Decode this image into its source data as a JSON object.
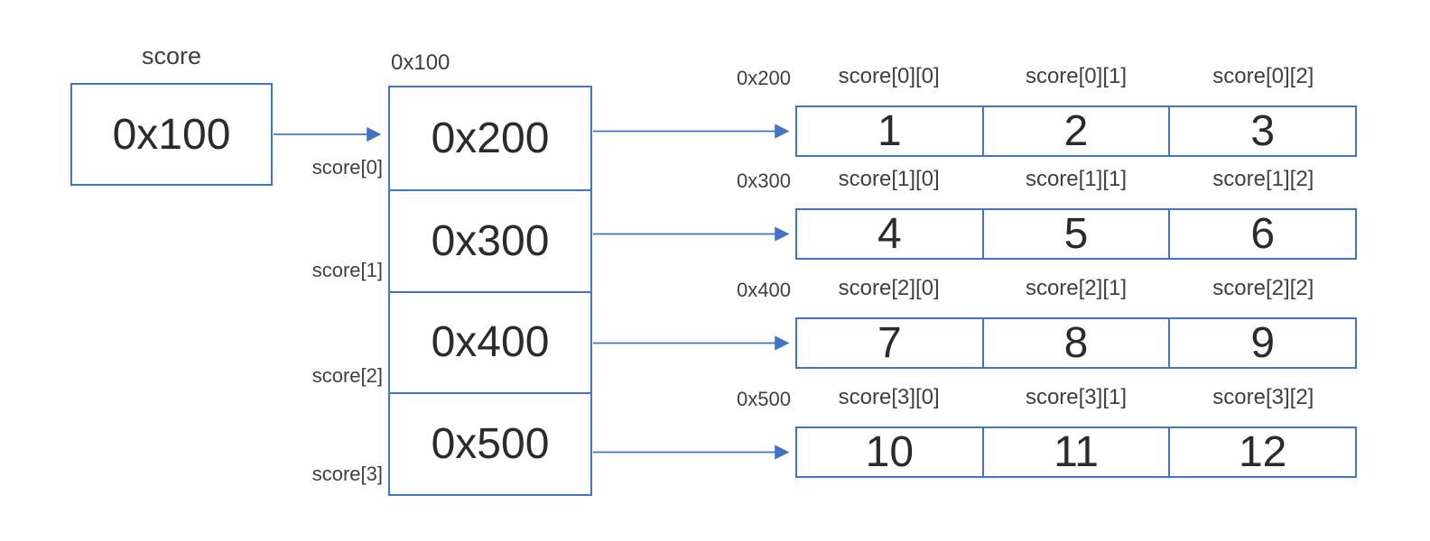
{
  "diagram": {
    "pointer_box": {
      "label": "score",
      "value": "0x100"
    },
    "pointer_array": {
      "address_label": "0x100",
      "cells": [
        {
          "value": "0x200",
          "label": "score[0]"
        },
        {
          "value": "0x300",
          "label": "score[1]"
        },
        {
          "value": "0x400",
          "label": "score[2]"
        },
        {
          "value": "0x500",
          "label": "score[3]"
        }
      ]
    },
    "rows": [
      {
        "address": "0x200",
        "headers": [
          "score[0][0]",
          "score[0][1]",
          "score[0][2]"
        ],
        "values": [
          "1",
          "2",
          "3"
        ]
      },
      {
        "address": "0x300",
        "headers": [
          "score[1][0]",
          "score[1][1]",
          "score[1][2]"
        ],
        "values": [
          "4",
          "5",
          "6"
        ]
      },
      {
        "address": "0x400",
        "headers": [
          "score[2][0]",
          "score[2][1]",
          "score[2][2]"
        ],
        "values": [
          "7",
          "8",
          "9"
        ]
      },
      {
        "address": "0x500",
        "headers": [
          "score[3][0]",
          "score[3][1]",
          "score[3][2]"
        ],
        "values": [
          "10",
          "11",
          "12"
        ]
      }
    ],
    "colors": {
      "line": "#4472c4",
      "text": "#3f3f3f",
      "value_text": "#2b2b2b"
    }
  }
}
